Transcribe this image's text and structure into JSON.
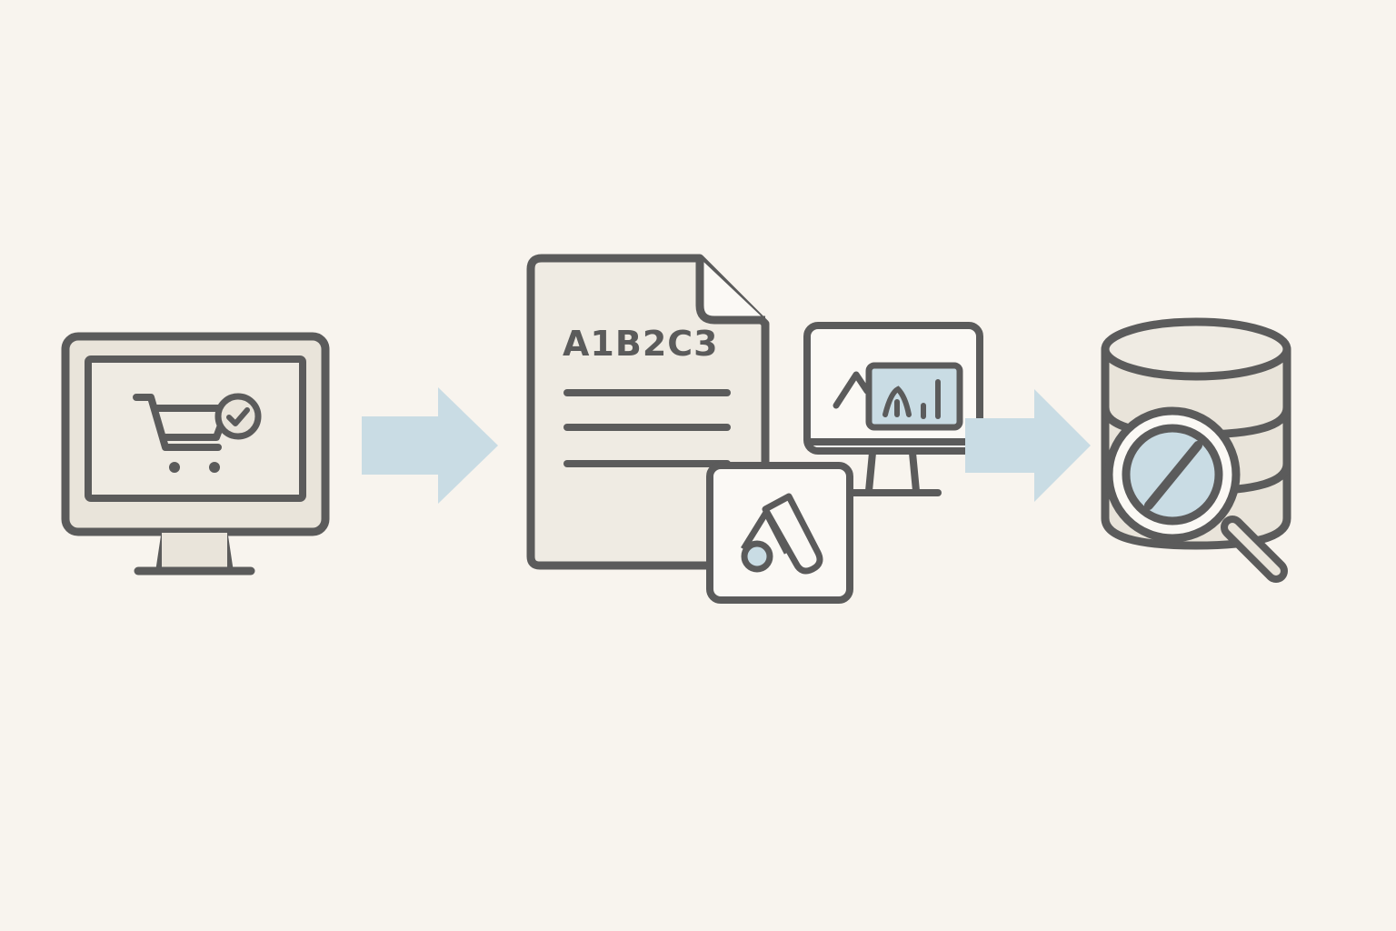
{
  "colors": {
    "background": "#f8f4ee",
    "stroke": "#5b5b5b",
    "fill_light": "#e9e4da",
    "fill_paper": "#efebe3",
    "fill_white": "#fbf9f5",
    "accent_blue": "#c9dce4"
  },
  "steps": [
    {
      "id": "online-purchase",
      "icon": "computer-cart-check-icon"
    },
    {
      "id": "tracking-code",
      "icon": "document-with-ads-and-analytics-icon"
    },
    {
      "id": "database-lookup",
      "icon": "database-search-blocked-icon"
    }
  ],
  "document": {
    "code": "A1B2C3"
  },
  "arrows": [
    {
      "from": "online-purchase",
      "to": "tracking-code"
    },
    {
      "from": "tracking-code",
      "to": "database-lookup"
    }
  ]
}
